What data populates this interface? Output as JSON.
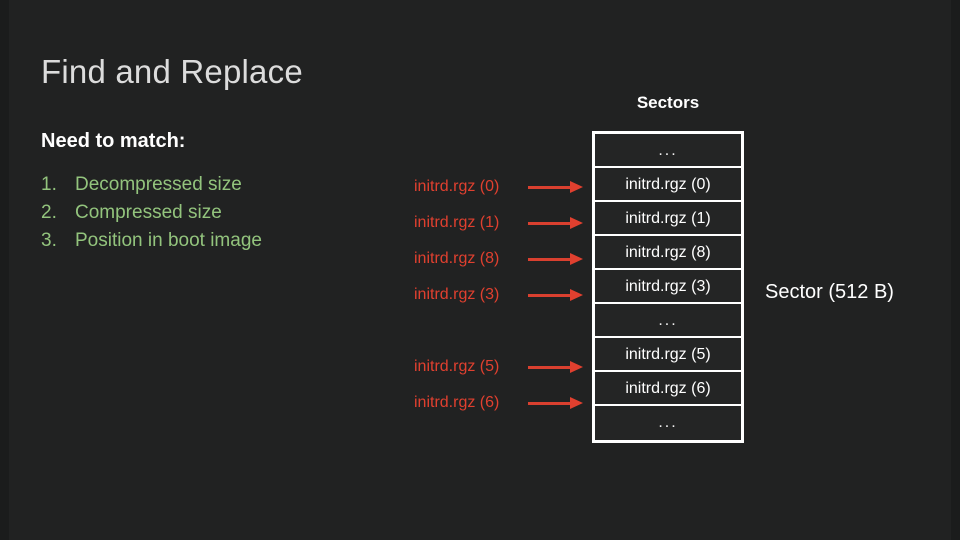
{
  "slide": {
    "title": "Find and Replace",
    "background_color": "#212222"
  },
  "left_panel": {
    "need_label": "Need to match:",
    "list_color": "#93c47d",
    "items": [
      {
        "number": "1.",
        "text": "Decompressed size"
      },
      {
        "number": "2.",
        "text": "Compressed size"
      },
      {
        "number": "3.",
        "text": "Position in boot image"
      }
    ]
  },
  "diagram": {
    "table_header": "Sectors",
    "caption": "Sector (512 B)",
    "accent_color": "#e0402f",
    "border_color": "#ffffff",
    "cells": [
      {
        "text": "...",
        "is_ellipsis": true,
        "label": null
      },
      {
        "text": "initrd.rgz (0)",
        "is_ellipsis": false,
        "label": "initrd.rgz (0)"
      },
      {
        "text": "initrd.rgz (1)",
        "is_ellipsis": false,
        "label": "initrd.rgz (1)"
      },
      {
        "text": "initrd.rgz (8)",
        "is_ellipsis": false,
        "label": "initrd.rgz (8)"
      },
      {
        "text": "initrd.rgz (3)",
        "is_ellipsis": false,
        "label": "initrd.rgz (3)"
      },
      {
        "text": "...",
        "is_ellipsis": true,
        "label": null
      },
      {
        "text": "initrd.rgz (5)",
        "is_ellipsis": false,
        "label": "initrd.rgz (5)"
      },
      {
        "text": "initrd.rgz (6)",
        "is_ellipsis": false,
        "label": "initrd.rgz (6)"
      },
      {
        "text": "...",
        "is_ellipsis": true,
        "label": null
      }
    ]
  }
}
